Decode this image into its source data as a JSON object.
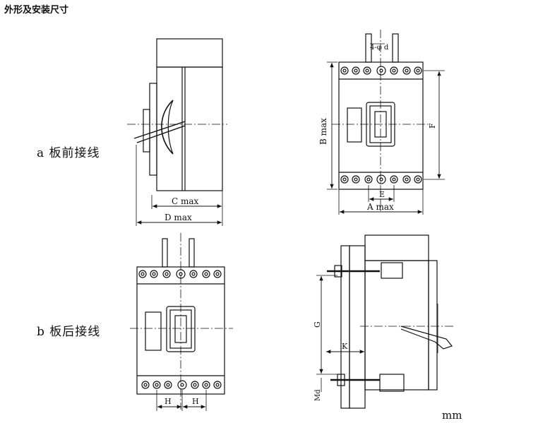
{
  "page": {
    "title": "外形及安装尺寸",
    "unit": "mm"
  },
  "sections": {
    "a_label": "a 板前接线",
    "b_label": "b 板后接线"
  },
  "dimensions": {
    "c_max": "C max",
    "d_max": "D max",
    "a_max": "A max",
    "b_max": "B max",
    "e": "E",
    "f": "F",
    "g": "G",
    "h_left": "H",
    "h_right": "H",
    "k": "K",
    "md": "Md",
    "holes": "4-φ d"
  }
}
